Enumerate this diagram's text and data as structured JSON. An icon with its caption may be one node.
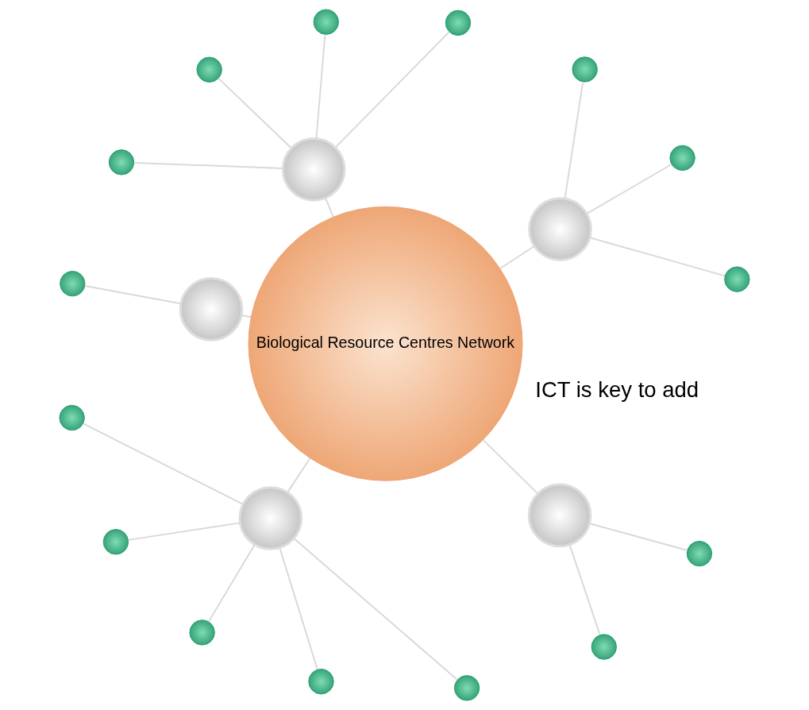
{
  "diagram": {
    "nodes": [
      {
        "text": [
          "Biological Resource Centres Network"
        ]
      },
      {
        "text": [],
        "shape": "circle"
      },
      {
        "text": [],
        "shape": "circle"
      },
      {
        "text": [],
        "shape": "circle"
      },
      {
        "text": [],
        "shape": "circle"
      },
      {
        "text": [],
        "shape": "circle"
      },
      {
        "text": [],
        "shape": "circle"
      },
      {
        "text": [],
        "shape": "circle"
      },
      {
        "text": [],
        "shape": "circle"
      },
      {
        "text": [],
        "shape": "circle"
      },
      {
        "text": [],
        "shape": "circle"
      },
      {
        "text": [],
        "shape": "circle"
      },
      {
        "text": [],
        "shape": "circle"
      },
      {
        "text": [],
        "shape": "circle"
      },
      {
        "text": [],
        "shape": "circle"
      },
      {
        "text": [],
        "shape": "circle"
      },
      {
        "text": [],
        "shape": "circle"
      },
      {
        "text": [],
        "shape": "circle"
      },
      {
        "text": [],
        "shape": "circle"
      },
      {
        "text": [],
        "shape": "circle"
      },
      {
        "text": [],
        "shape": "circle"
      }
    ],
    "edges": [
      {
        "from": 0,
        "to": 1,
        "arrow": "none"
      },
      {
        "from": 0,
        "to": 2,
        "arrow": "none"
      },
      {
        "from": 0,
        "to": 3,
        "arrow": "none"
      },
      {
        "from": 0,
        "to": 4,
        "arrow": "none"
      },
      {
        "from": 0,
        "to": 5,
        "arrow": "none"
      },
      {
        "from": 1,
        "to": 6,
        "arrow": "none"
      },
      {
        "from": 1,
        "to": 7,
        "arrow": "none"
      },
      {
        "from": 1,
        "to": 8,
        "arrow": "none"
      },
      {
        "from": 2,
        "to": 9,
        "arrow": "none"
      },
      {
        "from": 2,
        "to": 10,
        "arrow": "none"
      },
      {
        "from": 2,
        "to": 11,
        "arrow": "none"
      },
      {
        "from": 2,
        "to": 12,
        "arrow": "none"
      },
      {
        "from": 3,
        "to": 13,
        "arrow": "none"
      },
      {
        "from": 4,
        "to": 14,
        "arrow": "none"
      },
      {
        "from": 4,
        "to": 15,
        "arrow": "none"
      },
      {
        "from": 4,
        "to": 16,
        "arrow": "none"
      },
      {
        "from": 4,
        "to": 17,
        "arrow": "none"
      },
      {
        "from": 4,
        "to": 18,
        "arrow": "none"
      },
      {
        "from": 5,
        "to": 19,
        "arrow": "none"
      },
      {
        "from": 5,
        "to": 20,
        "arrow": "none"
      }
    ],
    "labels": [
      "ICT is key to add"
    ]
  }
}
